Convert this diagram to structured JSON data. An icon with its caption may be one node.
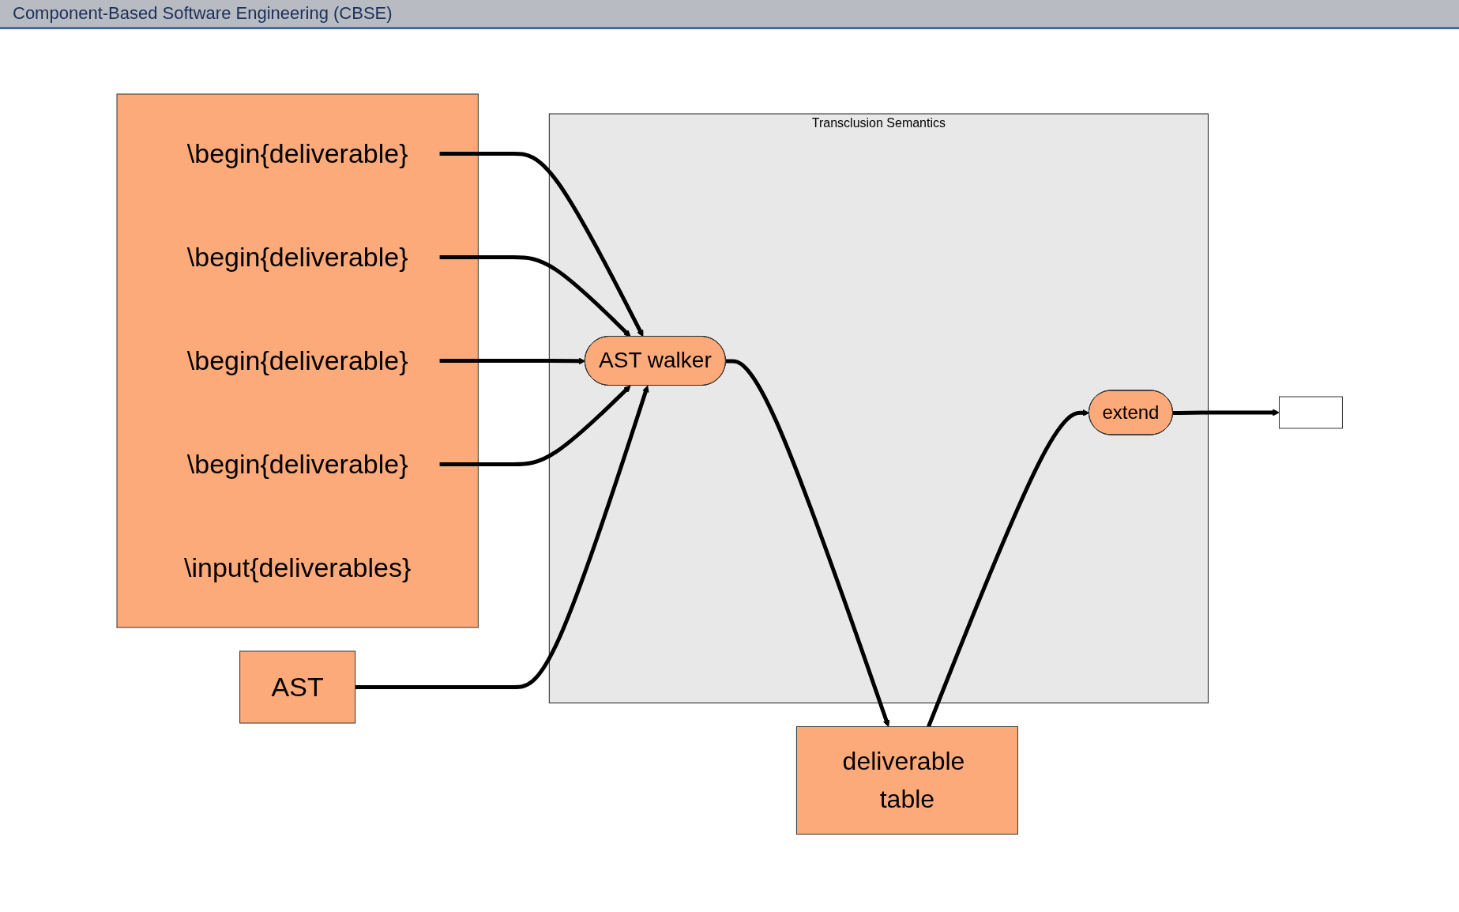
{
  "diagram": {
    "title": "Component-Based Software Engineering (CBSE)",
    "nodes": [
      {
        "text": [],
        "shape": "box"
      },
      {
        "text": [
          "\\begin{deliverable}"
        ],
        "in": 0
      },
      {
        "text": [
          "\\begin{deliverable}"
        ],
        "in": 0
      },
      {
        "text": [
          "\\begin{deliverable}"
        ],
        "in": 0
      },
      {
        "text": [
          "\\begin{deliverable}"
        ],
        "in": 0
      },
      {
        "text": [
          "\\input{deliverables}"
        ],
        "in": 0
      },
      {
        "text": [],
        "shape": "box"
      },
      {
        "text": [
          "Transclusion Semantics"
        ]
      },
      {
        "text": [
          "AST"
        ]
      },
      {
        "text": [
          "AST walker"
        ],
        "in": 7
      },
      {
        "text": [
          "extend"
        ],
        "in": 7
      },
      {
        "text": [
          "deliverable table"
        ]
      }
    ],
    "edges": [
      {
        "from": 1,
        "to": 9,
        "arrow": "to"
      },
      {
        "from": 2,
        "to": 9,
        "arrow": "to"
      },
      {
        "from": 3,
        "to": 9,
        "arrow": "to"
      },
      {
        "from": 4,
        "to": 9,
        "arrow": "to"
      },
      {
        "from": 8,
        "to": 9,
        "arrow": "to"
      },
      {
        "from": 9,
        "to": 11,
        "arrow": "to"
      },
      {
        "from": 11,
        "to": 10,
        "arrow": "to"
      },
      {
        "from": 10,
        "to": 6,
        "arrow": "to"
      }
    ]
  }
}
